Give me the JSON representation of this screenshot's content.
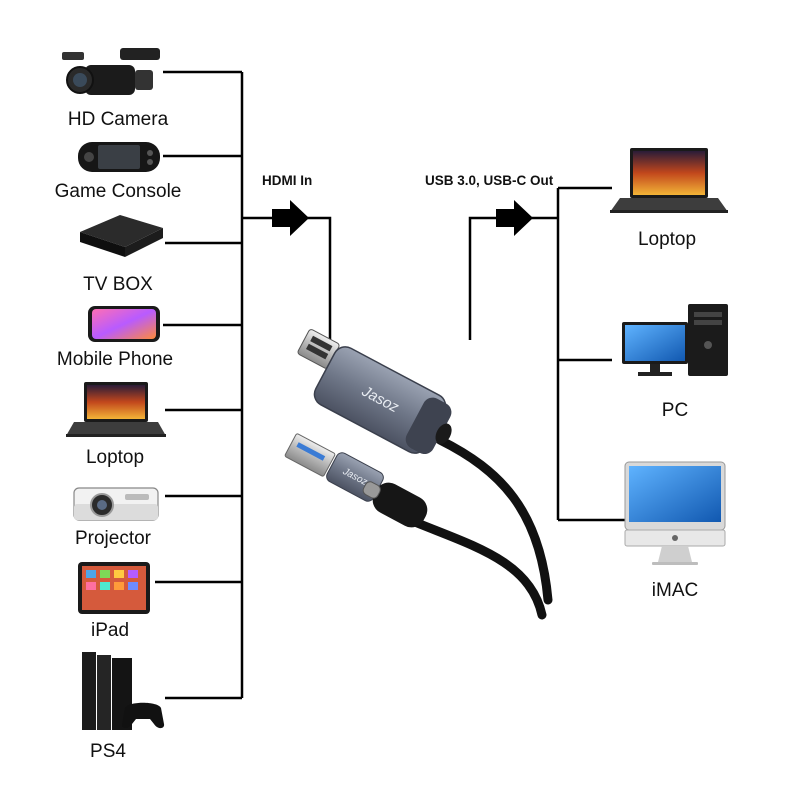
{
  "input_header": "HDMI In",
  "output_header": "USB 3.0, USB-C Out",
  "brand": "Jasoz",
  "inputs": [
    {
      "label": "HD Camera",
      "icon": "video-camera-icon"
    },
    {
      "label": "Game Console",
      "icon": "handheld-console-icon"
    },
    {
      "label": "TV BOX",
      "icon": "tv-box-icon"
    },
    {
      "label": "Mobile Phone",
      "icon": "mobile-phone-icon"
    },
    {
      "label": "Loptop",
      "icon": "laptop-icon"
    },
    {
      "label": "Projector",
      "icon": "projector-icon"
    },
    {
      "label": "iPad",
      "icon": "tablet-icon"
    },
    {
      "label": "PS4",
      "icon": "ps4-console-icon"
    }
  ],
  "outputs": [
    {
      "label": "Loptop",
      "icon": "laptop-icon"
    },
    {
      "label": "PC",
      "icon": "desktop-pc-icon"
    },
    {
      "label": "iMAC",
      "icon": "imac-icon"
    }
  ],
  "colors": {
    "line": "#000000",
    "adapter_body": "#6f7788",
    "cable": "#111111",
    "screen_blue": "#1d74c9"
  }
}
